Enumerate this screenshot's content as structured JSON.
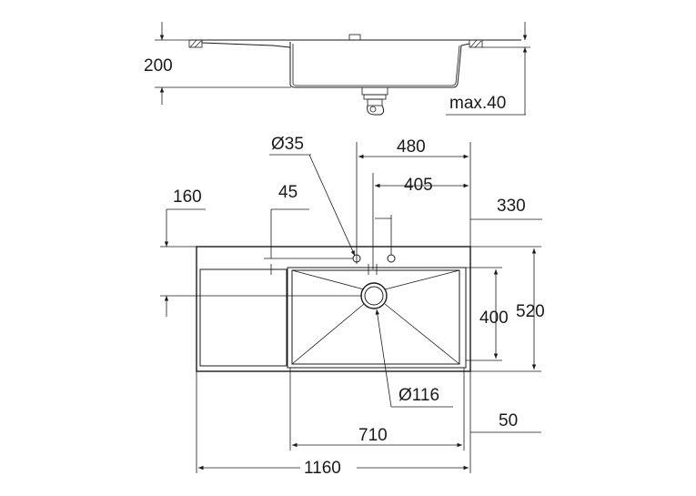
{
  "labels": {
    "height_200": "200",
    "max_40": "max.40",
    "dia_35": "Ø35",
    "w_480": "480",
    "w_405": "405",
    "w_160": "160",
    "w_45": "45",
    "w_330": "330",
    "h_400": "400",
    "h_520": "520",
    "dia_116": "Ø116",
    "w_710": "710",
    "w_50": "50",
    "w_1160": "1160"
  },
  "colors": {
    "line": "#1a1a1a",
    "background": "#ffffff"
  }
}
